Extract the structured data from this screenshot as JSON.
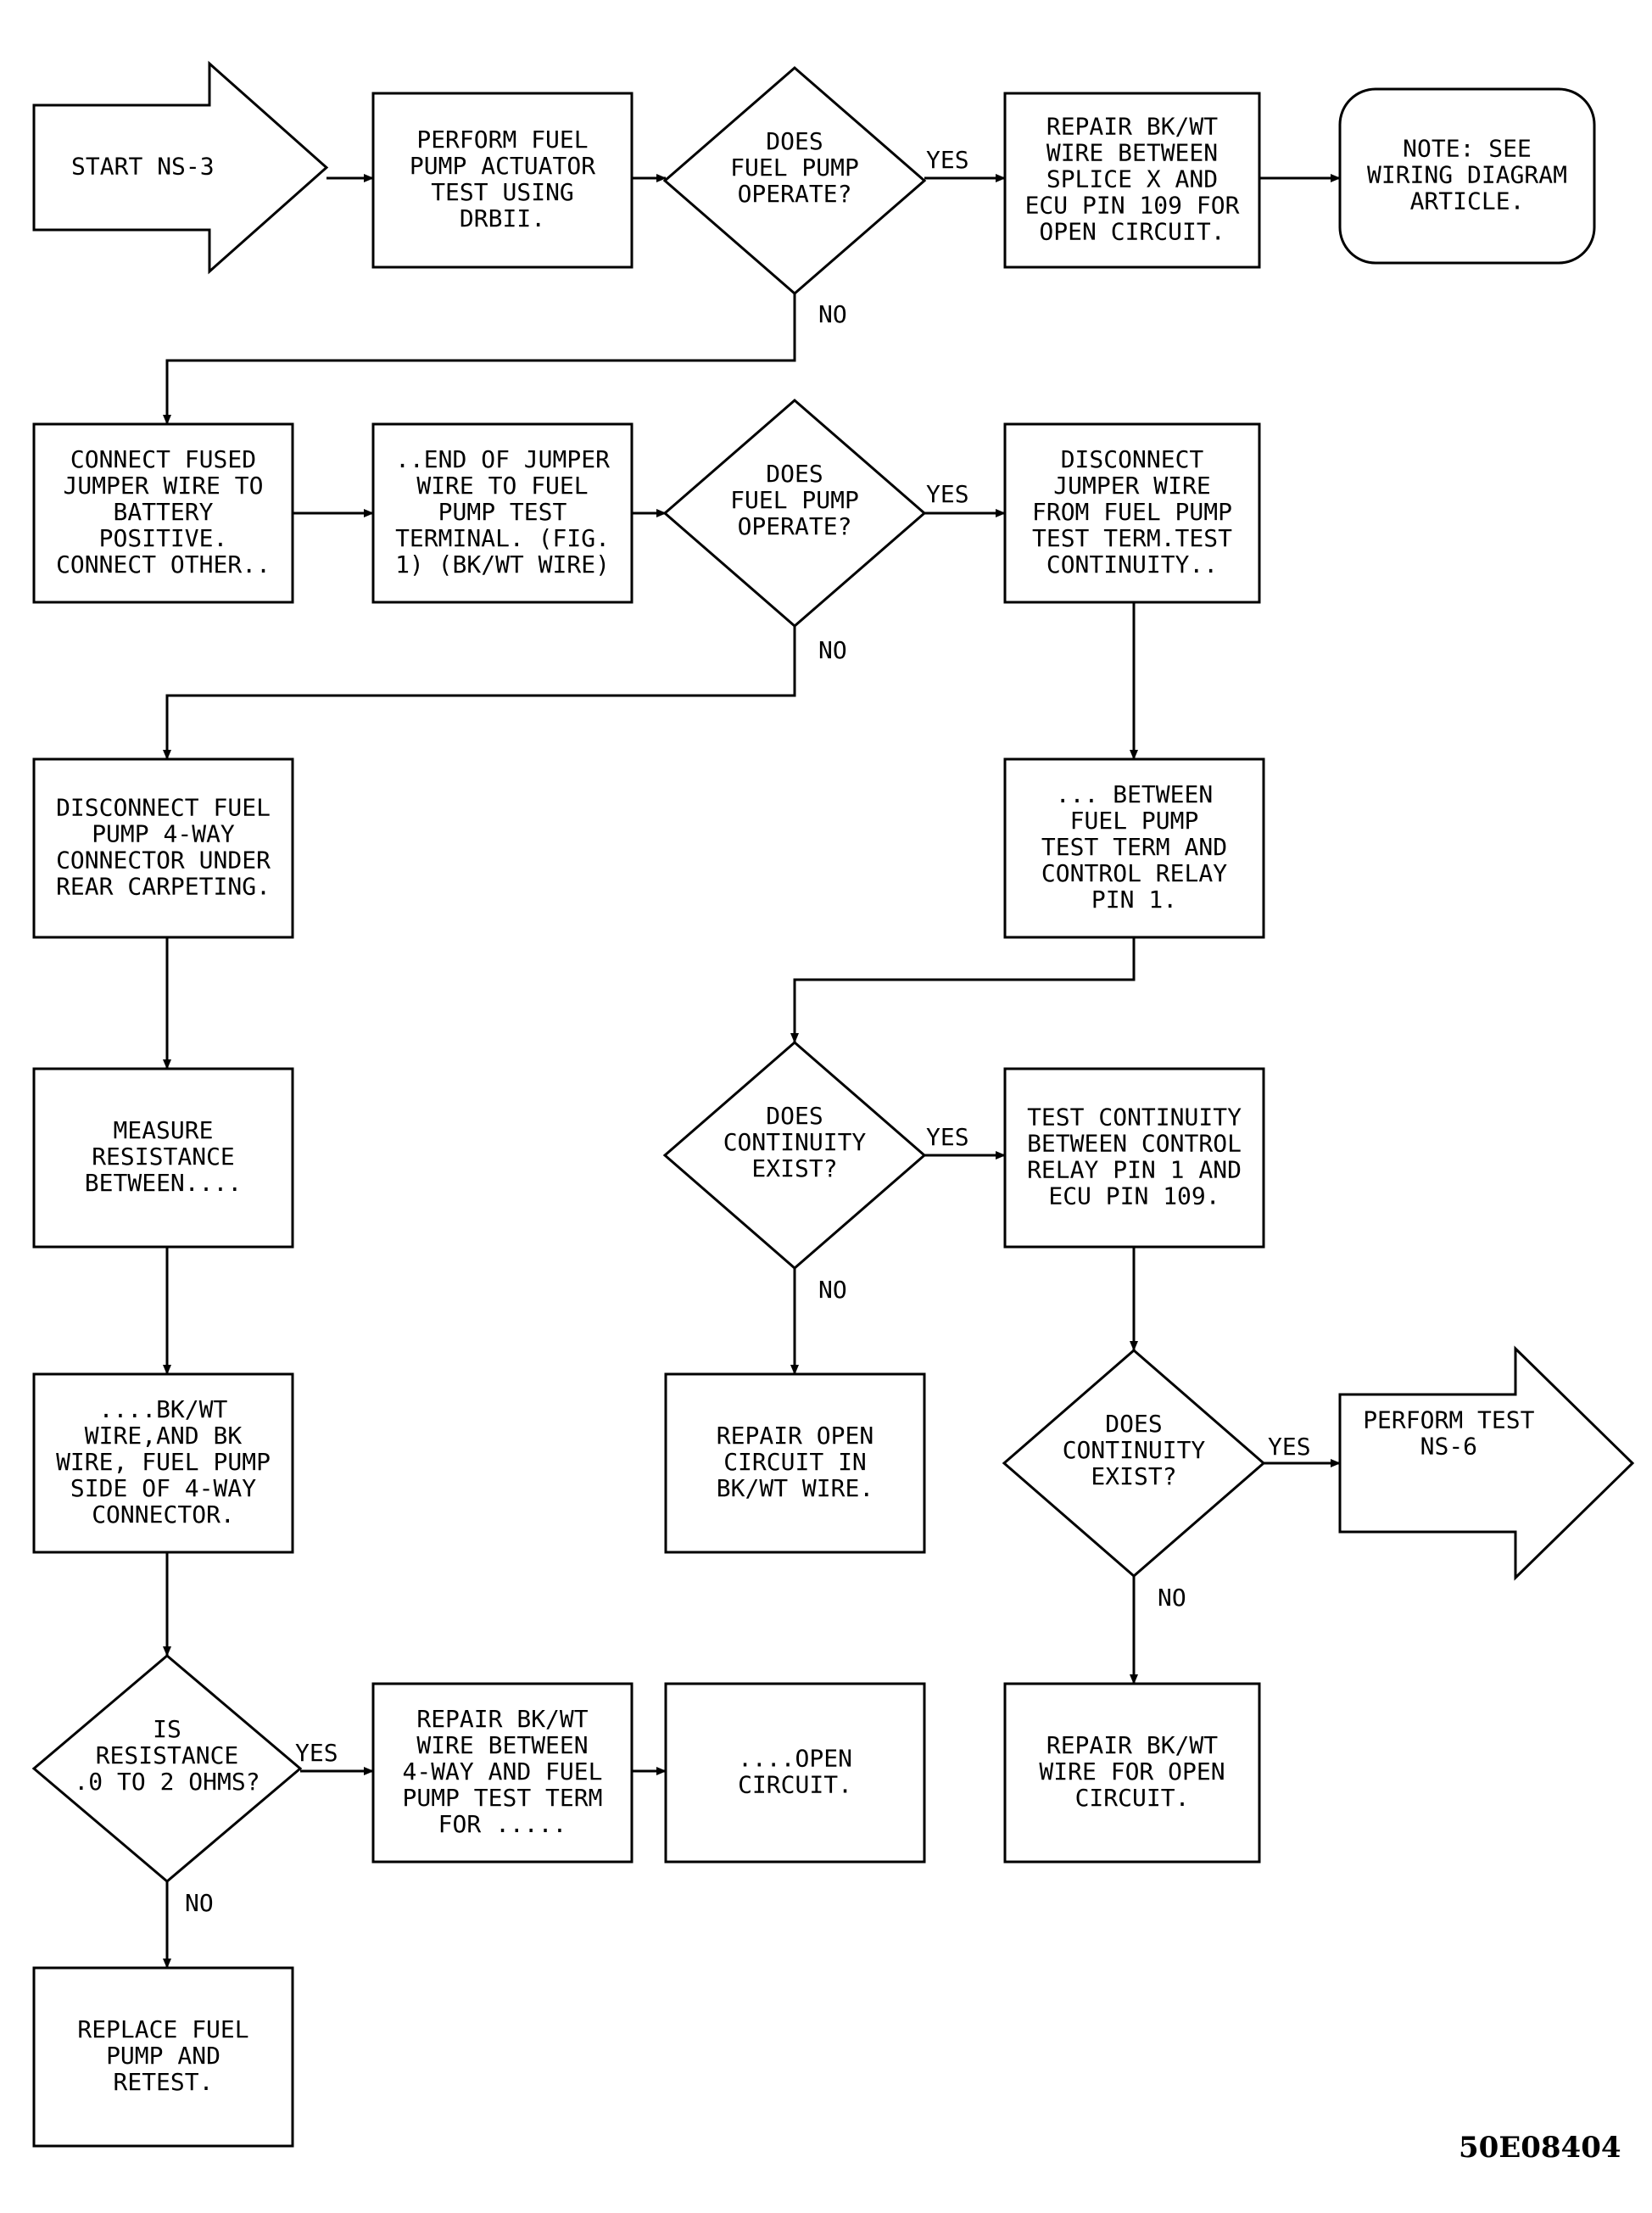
{
  "figure_id": "50E08404",
  "nodes": [
    {
      "id": "start",
      "type": "arrow",
      "lines": [
        "START NS-3"
      ]
    },
    {
      "id": "n1",
      "type": "box",
      "lines": [
        "PERFORM FUEL",
        "PUMP ACTUATOR",
        "TEST USING",
        "DRBII."
      ]
    },
    {
      "id": "d1",
      "type": "diamond",
      "lines": [
        "DOES",
        "FUEL PUMP",
        "OPERATE?"
      ]
    },
    {
      "id": "n2",
      "type": "box",
      "lines": [
        "REPAIR BK/WT",
        "WIRE BETWEEN",
        "SPLICE X AND",
        "ECU PIN 109 FOR",
        "OPEN CIRCUIT."
      ]
    },
    {
      "id": "note",
      "type": "rounded",
      "lines": [
        "NOTE: SEE",
        "WIRING DIAGRAM",
        "ARTICLE."
      ]
    },
    {
      "id": "n3",
      "type": "box",
      "lines": [
        "CONNECT FUSED",
        "JUMPER WIRE TO",
        "BATTERY",
        "POSITIVE.",
        "CONNECT OTHER.."
      ]
    },
    {
      "id": "n4",
      "type": "box",
      "lines": [
        "..END OF JUMPER",
        "WIRE TO FUEL",
        "PUMP TEST",
        "TERMINAL. (FIG.",
        "1) (BK/WT WIRE)"
      ]
    },
    {
      "id": "d2",
      "type": "diamond",
      "lines": [
        "DOES",
        "FUEL PUMP",
        "OPERATE?"
      ]
    },
    {
      "id": "n5",
      "type": "box",
      "lines": [
        "DISCONNECT",
        "JUMPER WIRE",
        "FROM FUEL PUMP",
        "TEST TERM.TEST",
        "CONTINUITY.."
      ]
    },
    {
      "id": "n6",
      "type": "box",
      "lines": [
        "DISCONNECT FUEL",
        "PUMP 4-WAY",
        "CONNECTOR UNDER",
        "REAR CARPETING."
      ]
    },
    {
      "id": "n7",
      "type": "box",
      "lines": [
        "... BETWEEN",
        "FUEL PUMP",
        "TEST TERM AND",
        "CONTROL RELAY",
        "PIN 1."
      ]
    },
    {
      "id": "n8",
      "type": "box",
      "lines": [
        "MEASURE",
        "RESISTANCE",
        "BETWEEN...."
      ]
    },
    {
      "id": "d3",
      "type": "diamond",
      "lines": [
        "DOES",
        "CONTINUITY",
        "EXIST?"
      ]
    },
    {
      "id": "n9",
      "type": "box",
      "lines": [
        "TEST CONTINUITY",
        "BETWEEN CONTROL",
        "RELAY PIN 1 AND",
        "ECU PIN 109."
      ]
    },
    {
      "id": "n10",
      "type": "box",
      "lines": [
        "....BK/WT",
        "WIRE,AND BK",
        "WIRE, FUEL PUMP",
        "SIDE OF 4-WAY",
        "CONNECTOR."
      ]
    },
    {
      "id": "n11",
      "type": "box",
      "lines": [
        "REPAIR OPEN",
        "CIRCUIT IN",
        "BK/WT WIRE."
      ]
    },
    {
      "id": "d4",
      "type": "diamond",
      "lines": [
        "DOES",
        "CONTINUITY",
        "EXIST?"
      ]
    },
    {
      "id": "end1",
      "type": "arrow",
      "lines": [
        "PERFORM TEST",
        "NS-6"
      ]
    },
    {
      "id": "d5",
      "type": "diamond",
      "lines": [
        "IS",
        "RESISTANCE",
        ".0 TO 2 OHMS?"
      ]
    },
    {
      "id": "n12",
      "type": "box",
      "lines": [
        "REPAIR BK/WT",
        "WIRE BETWEEN",
        "4-WAY AND FUEL",
        "PUMP TEST TERM",
        "FOR ....."
      ]
    },
    {
      "id": "n13",
      "type": "box",
      "lines": [
        "....OPEN",
        "CIRCUIT."
      ]
    },
    {
      "id": "n14",
      "type": "box",
      "lines": [
        "REPAIR BK/WT",
        "WIRE FOR OPEN",
        "CIRCUIT."
      ]
    },
    {
      "id": "n15",
      "type": "box",
      "lines": [
        "REPLACE FUEL",
        "PUMP AND",
        "RETEST."
      ]
    }
  ],
  "edges": [
    {
      "from": "start",
      "to": "n1",
      "label": ""
    },
    {
      "from": "n1",
      "to": "d1",
      "label": ""
    },
    {
      "from": "d1",
      "to": "n2",
      "label": "YES"
    },
    {
      "from": "n2",
      "to": "note",
      "label": ""
    },
    {
      "from": "d1",
      "to": "n3",
      "label": "NO"
    },
    {
      "from": "n3",
      "to": "n4",
      "label": ""
    },
    {
      "from": "n4",
      "to": "d2",
      "label": ""
    },
    {
      "from": "d2",
      "to": "n5",
      "label": "YES"
    },
    {
      "from": "d2",
      "to": "n6",
      "label": "NO"
    },
    {
      "from": "n5",
      "to": "n7",
      "label": ""
    },
    {
      "from": "n6",
      "to": "n8",
      "label": ""
    },
    {
      "from": "n7",
      "to": "d3",
      "label": ""
    },
    {
      "from": "d3",
      "to": "n9",
      "label": "YES"
    },
    {
      "from": "d3",
      "to": "n11",
      "label": "NO"
    },
    {
      "from": "n8",
      "to": "n10",
      "label": ""
    },
    {
      "from": "n9",
      "to": "d4",
      "label": ""
    },
    {
      "from": "d4",
      "to": "end1",
      "label": "YES"
    },
    {
      "from": "d4",
      "to": "n14",
      "label": "NO"
    },
    {
      "from": "n10",
      "to": "d5",
      "label": ""
    },
    {
      "from": "d5",
      "to": "n12",
      "label": "YES"
    },
    {
      "from": "n12",
      "to": "n13",
      "label": ""
    },
    {
      "from": "d5",
      "to": "n15",
      "label": "NO"
    }
  ]
}
